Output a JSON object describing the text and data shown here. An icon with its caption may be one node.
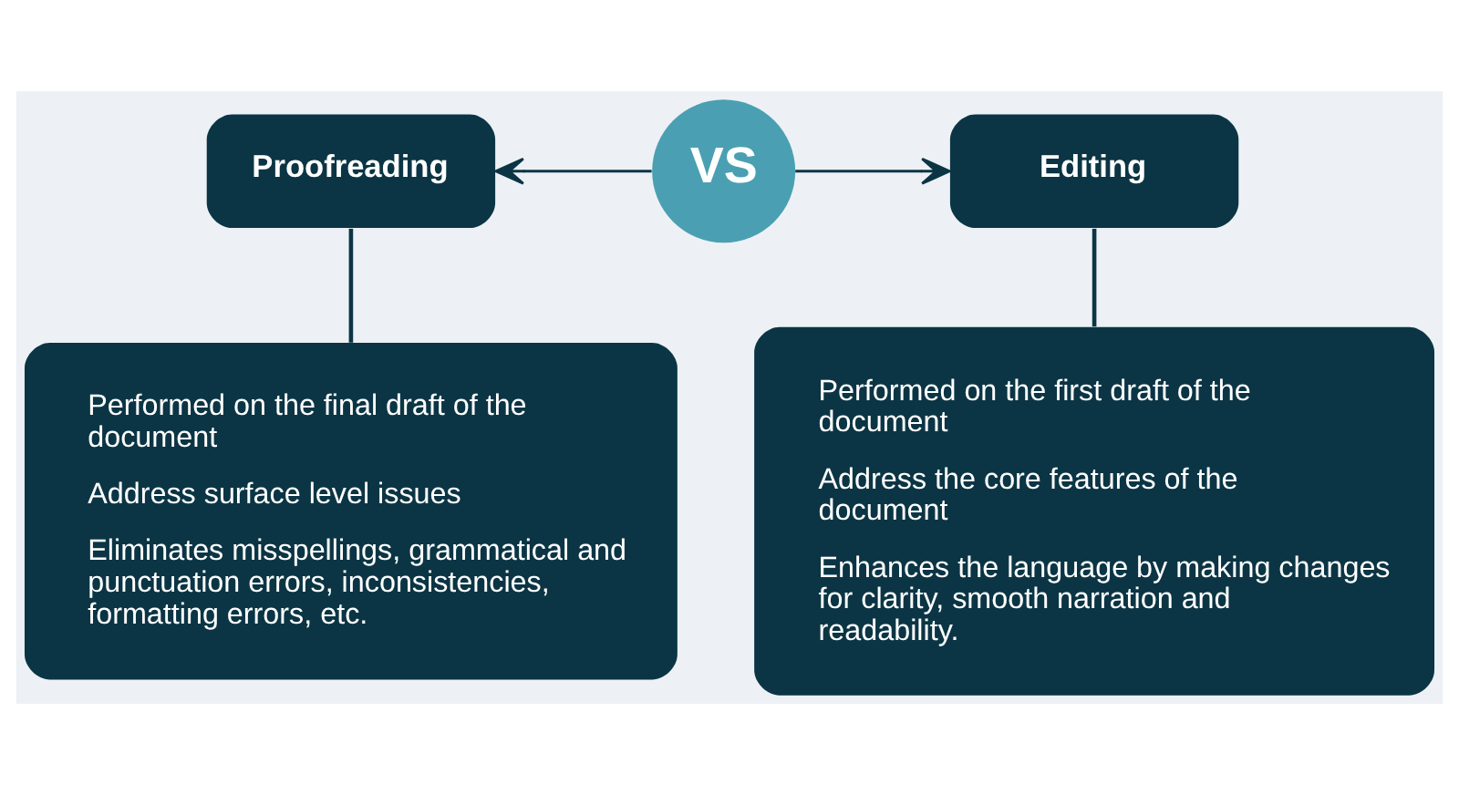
{
  "diagram": {
    "nodes": [
      {
        "text": [
          "Proofreading"
        ]
      },
      {
        "text": [
          "VS"
        ]
      },
      {
        "text": [
          "Editing"
        ]
      },
      {
        "text": [
          "Performed on the final draft of the document",
          "Address surface level issues",
          "Eliminates misspellings, grammatical and punctuation errors, inconsistencies, formatting errors, etc."
        ]
      },
      {
        "text": [
          "Performed on the first draft of the document",
          "Address the core features of the document",
          "Enhances the language by making changes for clarity, smooth narration and readability."
        ]
      }
    ],
    "edges": [
      {
        "from": 0,
        "to": 3,
        "arrow": "none"
      },
      {
        "from": 1,
        "to": 0,
        "arrow": "to"
      },
      {
        "from": 1,
        "to": 2,
        "arrow": "to"
      },
      {
        "from": 2,
        "to": 4,
        "arrow": "none"
      }
    ]
  }
}
